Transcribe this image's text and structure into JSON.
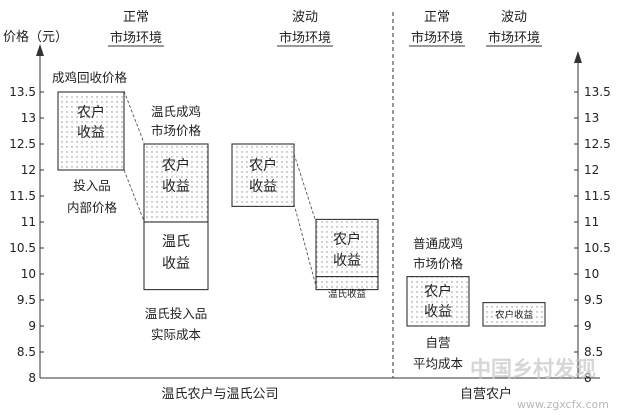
{
  "y_axis": {
    "unit_label": "价格（元）",
    "ticks": [
      "8",
      "8.5",
      "9",
      "9.5",
      "10",
      "10.5",
      "11",
      "11.5",
      "12",
      "12.5",
      "13",
      "13.5"
    ],
    "range": [
      8,
      13.5
    ]
  },
  "headers": {
    "normal_left": [
      "正常",
      "市场环境"
    ],
    "volatile_left": [
      "波动",
      "市场环境"
    ],
    "normal_right": [
      "正常",
      "市场环境"
    ],
    "volatile_right": [
      "波动",
      "市场环境"
    ]
  },
  "blocks": {
    "farmer_income_1": {
      "text": [
        "农户",
        "收益"
      ],
      "low": 12.0,
      "high": 13.5
    },
    "farmer_income_2": {
      "text": [
        "农户",
        "收益"
      ],
      "low": 11.0,
      "high": 12.5
    },
    "wens_income_1": {
      "text": [
        "温氏",
        "收益"
      ],
      "low": 9.7,
      "high": 11.0
    },
    "farmer_income_3": {
      "text": [
        "农户",
        "收益"
      ],
      "low": 11.3,
      "high": 12.5
    },
    "farmer_income_4": {
      "text": [
        "农户",
        "收益"
      ],
      "low": 9.95,
      "high": 11.05
    },
    "wens_income_2": {
      "text": "温氏收益",
      "low": 9.7,
      "high": 9.95
    },
    "farmer_income_5": {
      "text": [
        "农户",
        "收益"
      ],
      "low": 9.0,
      "high": 9.95
    },
    "farmer_income_6": {
      "text": "农户收益",
      "low": 9.0,
      "high": 9.45
    }
  },
  "labels": {
    "chicken_recovery_price": "成鸡回收价格",
    "input_internal_price": [
      "投入品",
      "内部价格"
    ],
    "wens_market_price": [
      "温氏成鸡",
      "市场价格"
    ],
    "wens_input_actual_cost": [
      "温氏投入品",
      "实际成本"
    ],
    "ordinary_market_price": [
      "普通成鸡",
      "市场价格"
    ],
    "self_avg_cost": [
      "自营",
      "平均成本"
    ]
  },
  "footer": {
    "left_group": "温氏农户与温氏公司",
    "right_group": "自营农户"
  },
  "watermark": {
    "main": "中国乡村发现",
    "url": "www.zgxcfx.com"
  }
}
